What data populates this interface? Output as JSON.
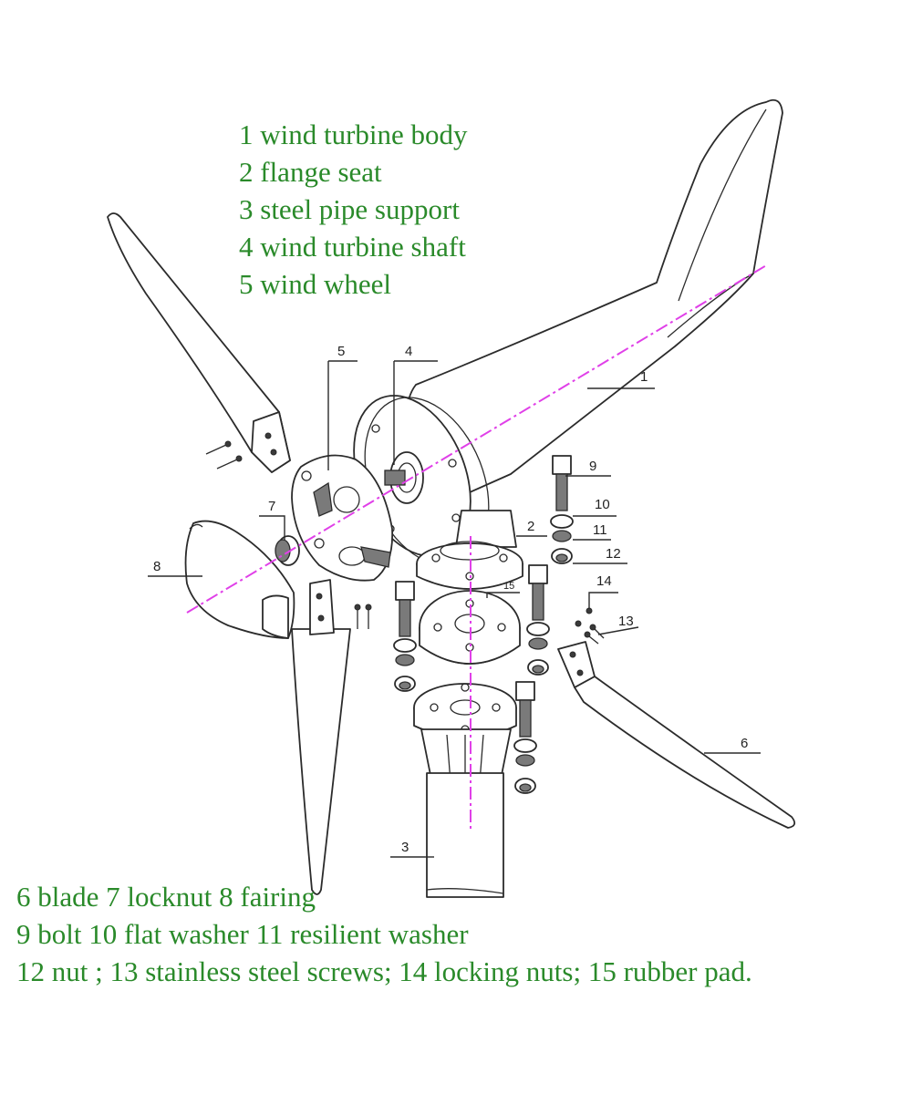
{
  "legend_top": [
    "1 wind turbine body",
    "2 flange seat",
    "3 steel pipe support",
    "4 wind turbine shaft",
    "5 wind wheel"
  ],
  "legend_bottom": [
    "6 blade 7 locknut 8 fairing",
    "9 bolt 10 flat washer 11 resilient washer",
    "12 nut ; 13 stainless steel screws; 14 locking nuts; 15 rubber pad."
  ],
  "callouts": {
    "c1": "1",
    "c2": "2",
    "c3": "3",
    "c4": "4",
    "c5": "5",
    "c6": "6",
    "c7": "7",
    "c8": "8",
    "c9": "9",
    "c10": "10",
    "c11": "11",
    "c12": "12",
    "c13": "13",
    "c14": "14",
    "c15": "15"
  },
  "colors": {
    "legend_text": "#2a8a2a",
    "axis_line": "#e040e8",
    "line_art": "#2b2b2b"
  }
}
